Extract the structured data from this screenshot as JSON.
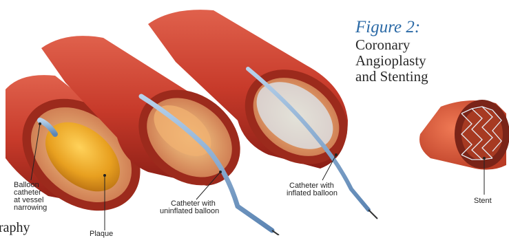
{
  "figure": {
    "number": "Figure 2:",
    "title_lines": [
      "Coronary",
      "Angioplasty",
      "and Stenting"
    ]
  },
  "labels": {
    "balloon_catheter": [
      "Balloon",
      "catheter",
      "at vessel",
      "narrowing"
    ],
    "plaque": "Plaque",
    "uninflated": [
      "Catheter with",
      "uninflated balloon"
    ],
    "inflated": [
      "Catheter with",
      "inflated balloon"
    ],
    "stent": "Stent"
  },
  "partial_text": "raphy",
  "colors": {
    "vessel_outer": "#c73a2a",
    "vessel_dark": "#8a1e15",
    "plaque": "#e8a020",
    "catheter": "#7fa6cf",
    "caption_blue": "#2b6aa6"
  }
}
